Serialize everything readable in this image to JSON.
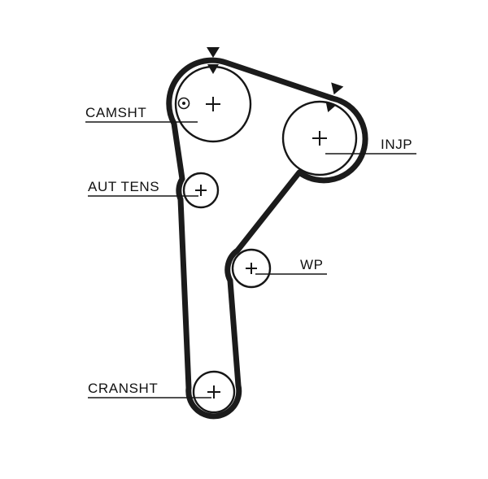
{
  "diagram": {
    "type": "timing-belt-routing-diagram",
    "background_color": "#ffffff",
    "belt_color": "#1b1b1b",
    "line_color": "#161616",
    "labels": {
      "camshaft": "CAMSHT",
      "tensioner": "AUT TENS",
      "water_pump": "WP",
      "crankshaft": "CRANSHT",
      "injection_pump": "INJP"
    },
    "markers": {
      "direction_arrow": "▼",
      "camshaft_timing_mark": "⊙",
      "pulley_center_mark": "+"
    }
  }
}
